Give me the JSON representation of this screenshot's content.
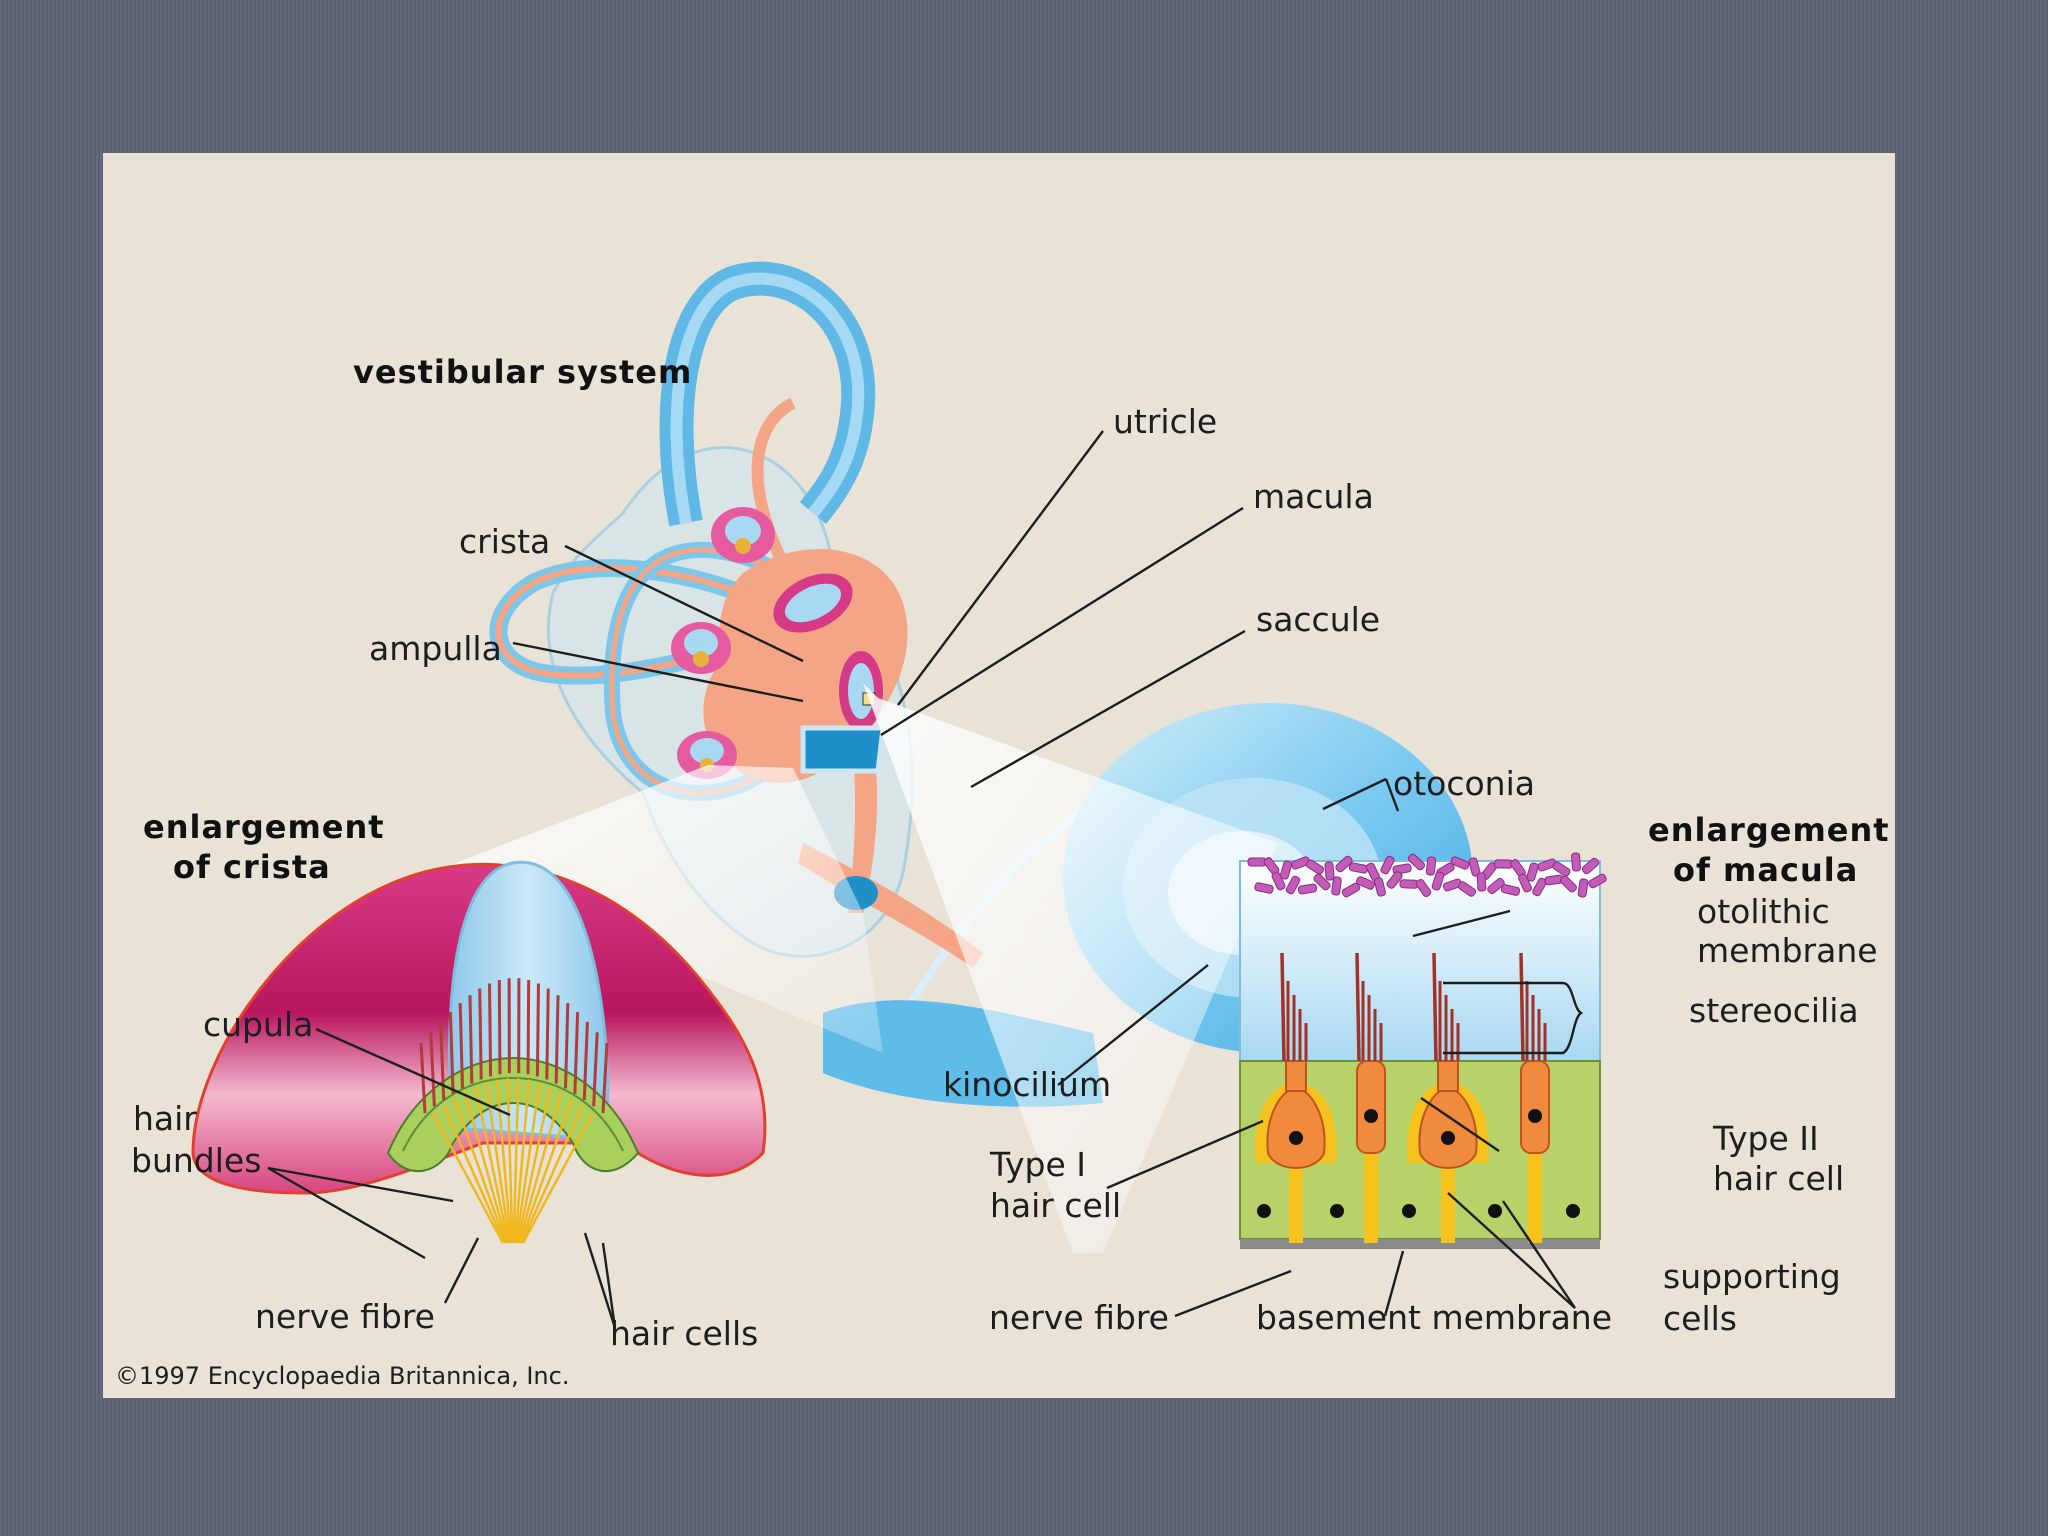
{
  "titles": {
    "vestibular_system": "vestibular system",
    "crista_line1": "enlargement",
    "crista_line2": "of crista",
    "macula_line1": "enlargement",
    "macula_line2": "of macula"
  },
  "labels": {
    "utricle": "utricle",
    "macula": "macula",
    "crista": "crista",
    "saccule": "saccule",
    "ampulla": "ampulla",
    "cupula": "cupula",
    "hair_bundles_line1": "hair",
    "hair_bundles_line2": "bundles",
    "nerve_fibre_left": "nerve fibre",
    "hair_cells": "hair cells",
    "otoconia": "otoconia",
    "otolithic_line1": "otolithic",
    "otolithic_line2": "membrane",
    "stereocilia": "stereocilia",
    "kinocilium": "kinocilium",
    "type1_line1": "Type I",
    "type1_line2": "hair cell",
    "type2_line1": "Type II",
    "type2_line2": "hair cell",
    "supporting_line1": "supporting",
    "supporting_line2": "cells",
    "nerve_fibre_right": "nerve fibre",
    "basement_membrane": "basement membrane"
  },
  "copyright": "©1997 Encyclopaedia Britannica, Inc.",
  "colors": {
    "background": "#5d6376",
    "panel": "#e8e2d7",
    "canal_blue": "#7cc6ea",
    "duct_salmon": "#f4a585",
    "crista_magenta": "#c7216f",
    "cupula_blue": "#a8d8f2",
    "supporting_green": "#b8d26a",
    "hair_cell_orange": "#f08a3c",
    "nerve_yellow": "#f6c21e",
    "otoconia_purple": "#c25cb8"
  }
}
